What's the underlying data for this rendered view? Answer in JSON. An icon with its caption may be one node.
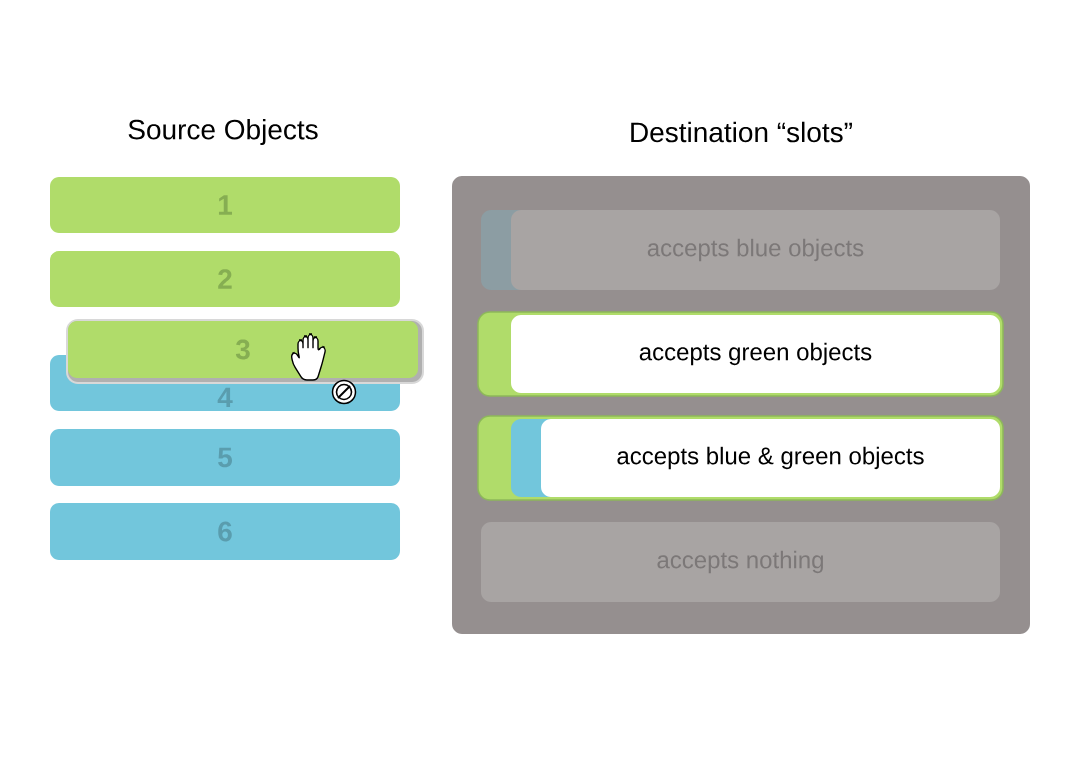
{
  "diagram": {
    "nodes": [
      {
        "text": [
          "1"
        ]
      },
      {
        "text": [
          "2"
        ]
      },
      {
        "text": [
          "3"
        ]
      },
      {
        "text": [
          "4"
        ]
      },
      {
        "text": [
          "5"
        ]
      },
      {
        "text": [
          "6"
        ]
      },
      {
        "text": [],
        "shape": "box"
      },
      {
        "text": [
          "accepts blue objects"
        ],
        "in": 6
      },
      {
        "text": [
          "accepts green objects"
        ],
        "in": 6
      },
      {
        "text": [
          "accepts blue & green objects"
        ],
        "in": 6
      },
      {
        "text": [
          "accepts nothing"
        ],
        "in": 6
      }
    ],
    "labels": [
      "Source Objects",
      "Destination “slots”"
    ]
  }
}
